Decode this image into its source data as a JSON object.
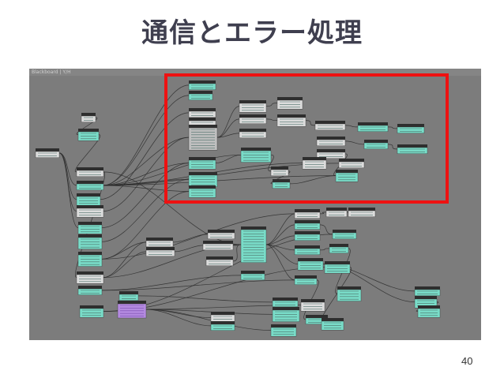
{
  "slide": {
    "title": "通信とエラー処理",
    "page_number": "40"
  },
  "editor": {
    "header_text": "Blackboard | Y/H",
    "background": "#7c7c7c",
    "node_colors": {
      "teal": "#79dcc8",
      "header": "#2e2e2e",
      "gray": "#bfbfbf",
      "white": "#dcdcdc",
      "purple": "#b48ae0"
    }
  },
  "highlight": {
    "color": "#ee1111"
  }
}
